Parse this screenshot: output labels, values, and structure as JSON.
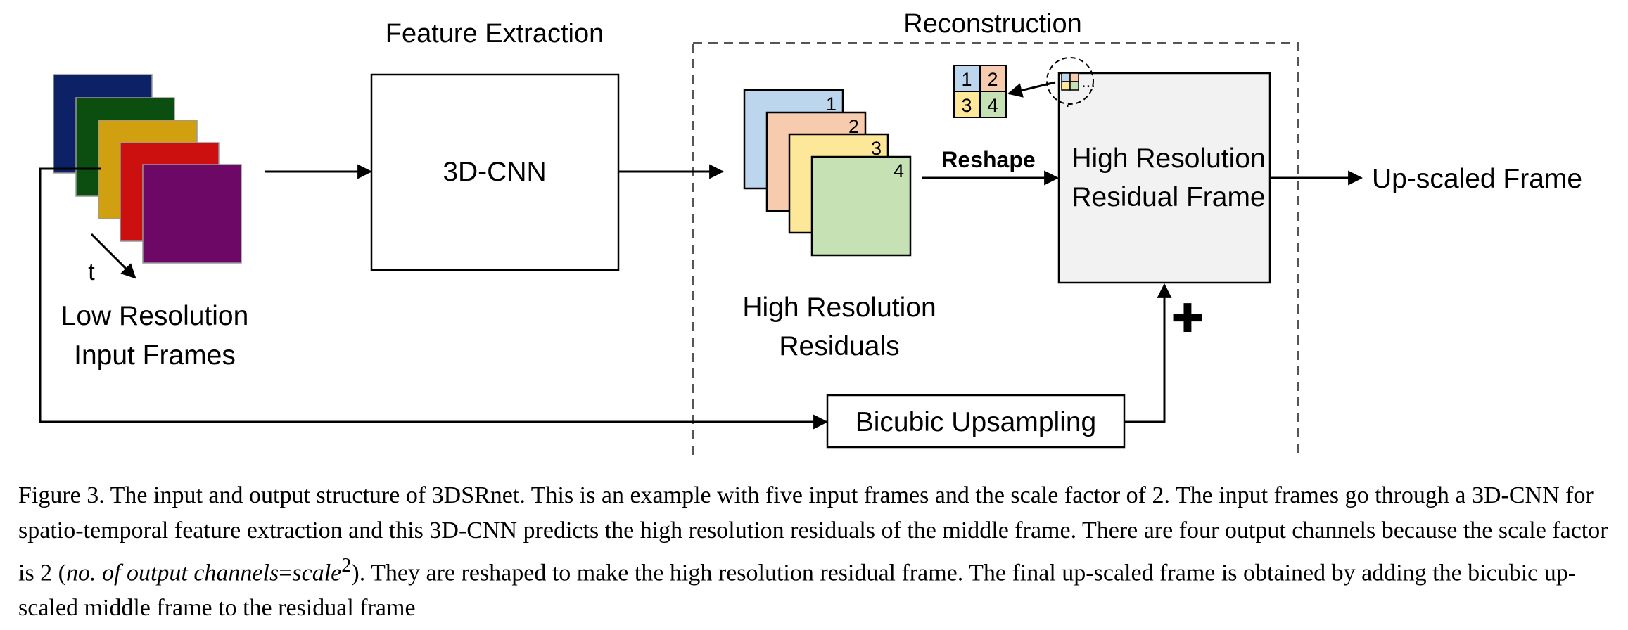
{
  "diagram": {
    "input_frames": {
      "label_line1": "Low Resolution",
      "label_line2": "Input Frames",
      "time_label": "t",
      "colors": [
        "#0d2266",
        "#0c4d10",
        "#d1a010",
        "#cc0f0f",
        "#6e0866"
      ]
    },
    "feature_extraction": {
      "title": "Feature Extraction",
      "cnn_label": "3D-CNN"
    },
    "reconstruction": {
      "title": "Reconstruction",
      "residuals": {
        "channel_labels": [
          "1",
          "2",
          "3",
          "4"
        ],
        "colors": [
          "#bcd6ee",
          "#f7cbae",
          "#fde89a",
          "#c6e2b4"
        ],
        "label_line1": "High Resolution",
        "label_line2": "Residuals"
      },
      "reshape_label": "Reshape",
      "residual_frame": {
        "label_line1": "High Resolution",
        "label_line2": "Residual Frame",
        "fill": "#f2f2f2"
      },
      "pixel_grid": {
        "labels": [
          "1",
          "2",
          "3",
          "4"
        ],
        "dots": "..."
      },
      "bicubic_label": "Bicubic Upsampling",
      "plus_symbol": "✚"
    },
    "output_label": "Up-scaled Frame"
  },
  "caption": {
    "part1": "Figure 3. The input and output structure of 3DSRnet. This is an example with five input frames and the scale factor of 2. The input frames go through a 3D-CNN for spatio-temporal feature extraction and this 3D-CNN predicts the high resolution residuals of the middle frame. There are four output channels because the scale factor is 2 (",
    "formula_italic": "no. of output channels",
    "formula_eq": "=",
    "formula_rhs": "scale",
    "formula_exp": "2",
    "part2": "). They are reshaped to make the high resolution residual frame. The final up-scaled frame is obtained by adding the bicubic up-scaled middle frame to the residual frame"
  }
}
